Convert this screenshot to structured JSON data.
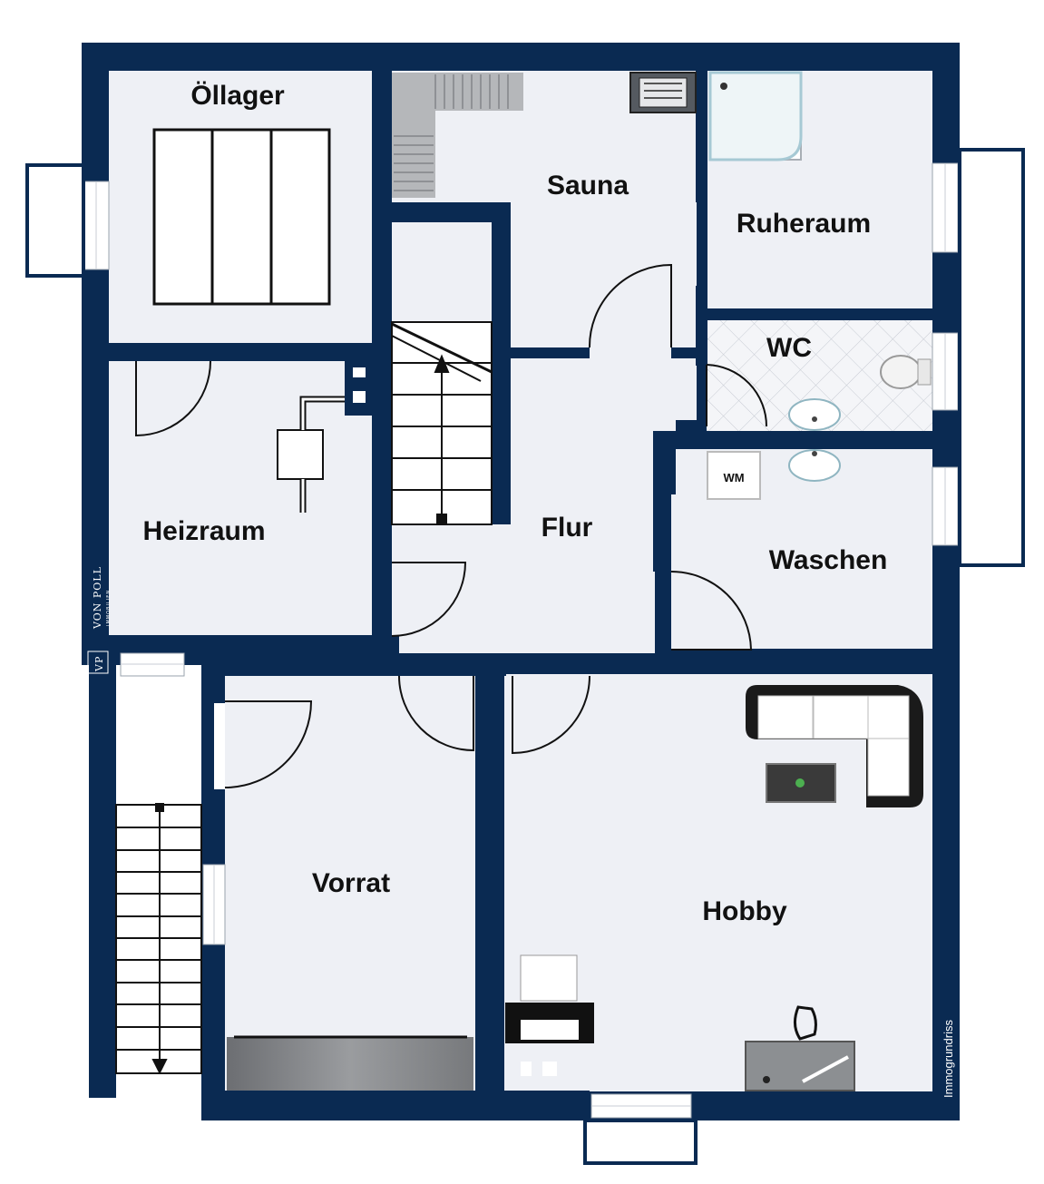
{
  "colors": {
    "wall": "#0a2a52",
    "floor": "#eef0f5",
    "fixture_outline": "#111111",
    "window_fill": "#ffffff"
  },
  "rooms": {
    "oellager": "Öllager",
    "sauna": "Sauna",
    "ruheraum": "Ruheraum",
    "wc": "WC",
    "heizraum": "Heizraum",
    "flur": "Flur",
    "waschen": "Waschen",
    "vorrat": "Vorrat",
    "hobby": "Hobby"
  },
  "fixtures": {
    "washing_machine": "WM"
  },
  "branding": {
    "logo_name": "VON POLL",
    "logo_sub": "IMMOBILIEN",
    "logo_mark": "VP",
    "watermark": "Immogrundriss"
  },
  "icons": [
    "stair-arrow-icon",
    "toilet-icon",
    "sink-icon",
    "shower-icon",
    "sofa-icon",
    "piano-icon",
    "desk-icon",
    "boiler-icon",
    "sauna-bench-icon",
    "sauna-stove-icon"
  ]
}
